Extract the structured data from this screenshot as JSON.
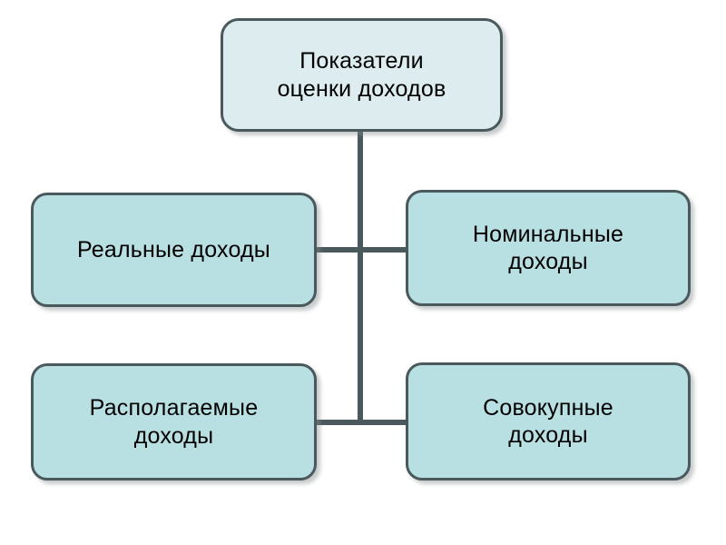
{
  "diagram": {
    "type": "hierarchy-tree",
    "title_node": "root",
    "colors": {
      "root_fill": "#dcecef",
      "child_fill": "#b8dfe2",
      "border": "#4a5a5c",
      "connector": "#4a5a5c",
      "text": "#000000",
      "background": "#ffffff",
      "shadow": "#828c8e"
    },
    "nodes": [
      {
        "id": "root",
        "label": "Показатели\nоценки доходов",
        "lines": [
          "Показатели",
          "оценки доходов"
        ],
        "role": "parent"
      },
      {
        "id": "real",
        "label": "Реальные доходы",
        "lines": [
          "Реальные доходы"
        ],
        "role": "child"
      },
      {
        "id": "nominal",
        "label": "Номинальные\nдоходы",
        "lines": [
          "Номинальные",
          "доходы"
        ],
        "role": "child"
      },
      {
        "id": "disposable",
        "label": "Располагаемые\nдоходы",
        "lines": [
          "Располагаемые",
          "доходы"
        ],
        "role": "child"
      },
      {
        "id": "aggregate",
        "label": "Совокупные\nдоходы",
        "lines": [
          "Совокупные",
          "доходы"
        ],
        "role": "child"
      }
    ],
    "edges": [
      {
        "from": "root",
        "to": "real"
      },
      {
        "from": "root",
        "to": "nominal"
      },
      {
        "from": "root",
        "to": "disposable"
      },
      {
        "from": "root",
        "to": "aggregate"
      }
    ]
  }
}
